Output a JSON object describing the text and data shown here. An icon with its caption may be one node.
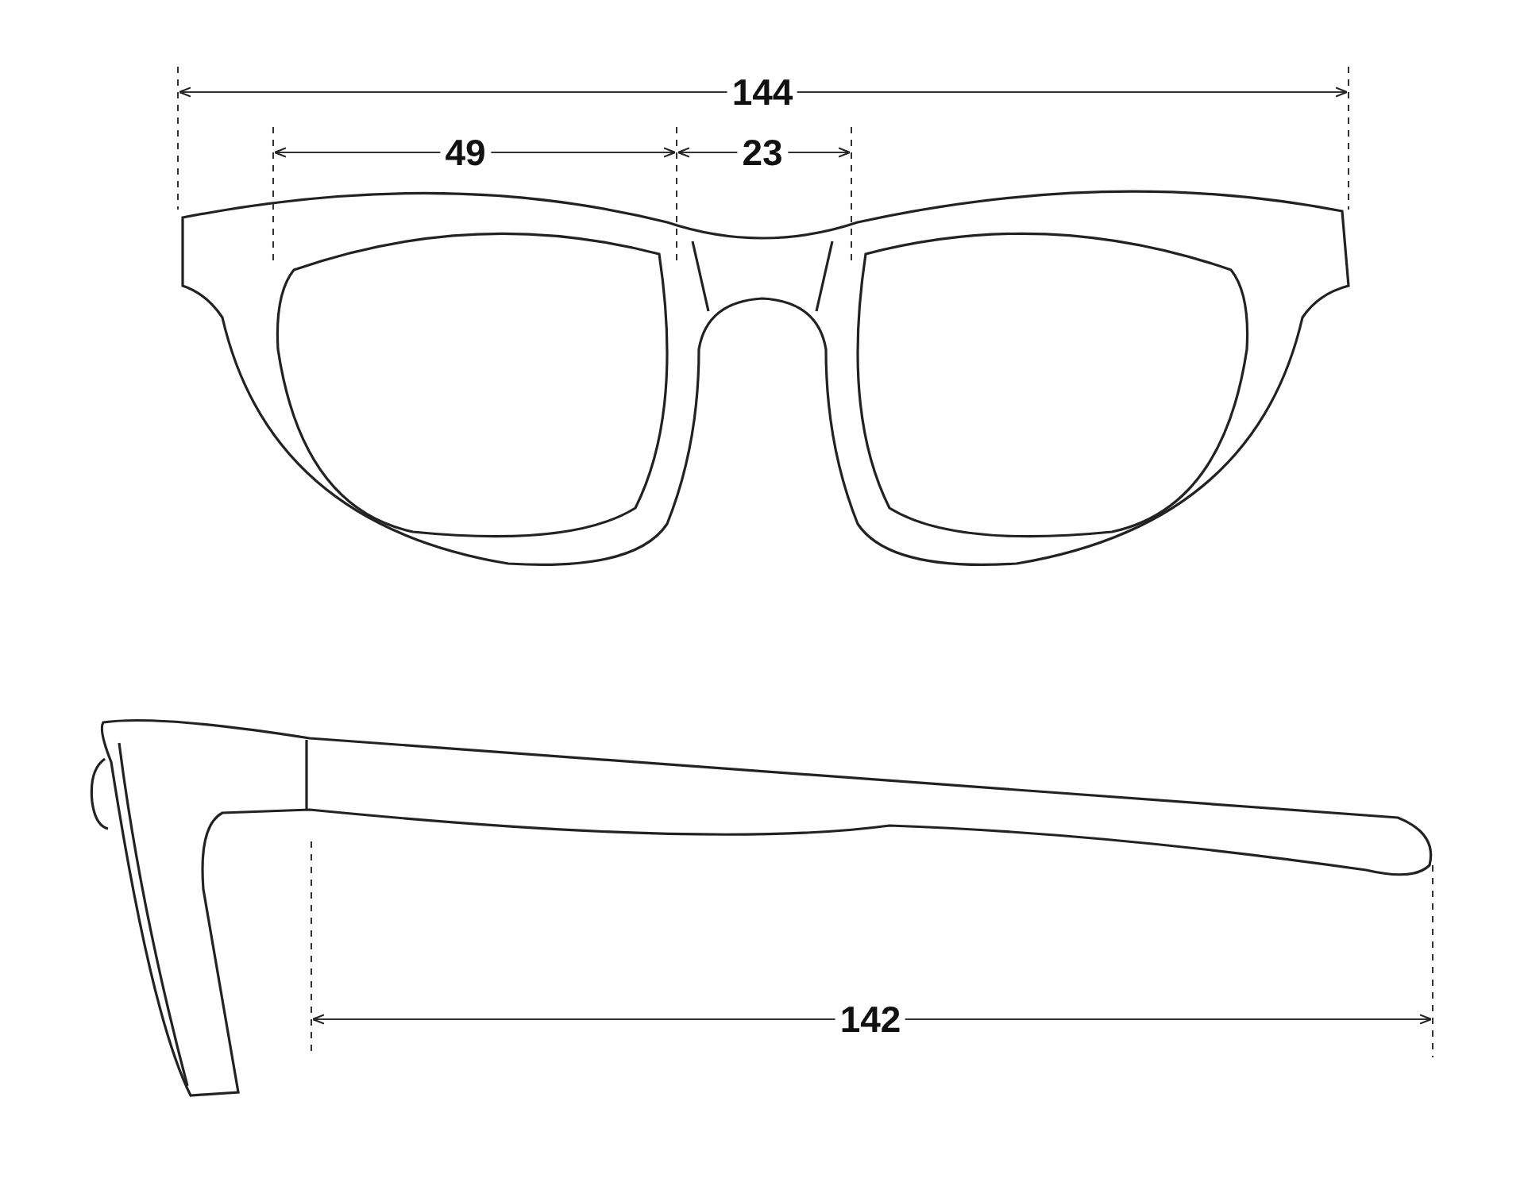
{
  "diagram": {
    "labels": [
      "144",
      "49",
      "23",
      "142"
    ]
  }
}
